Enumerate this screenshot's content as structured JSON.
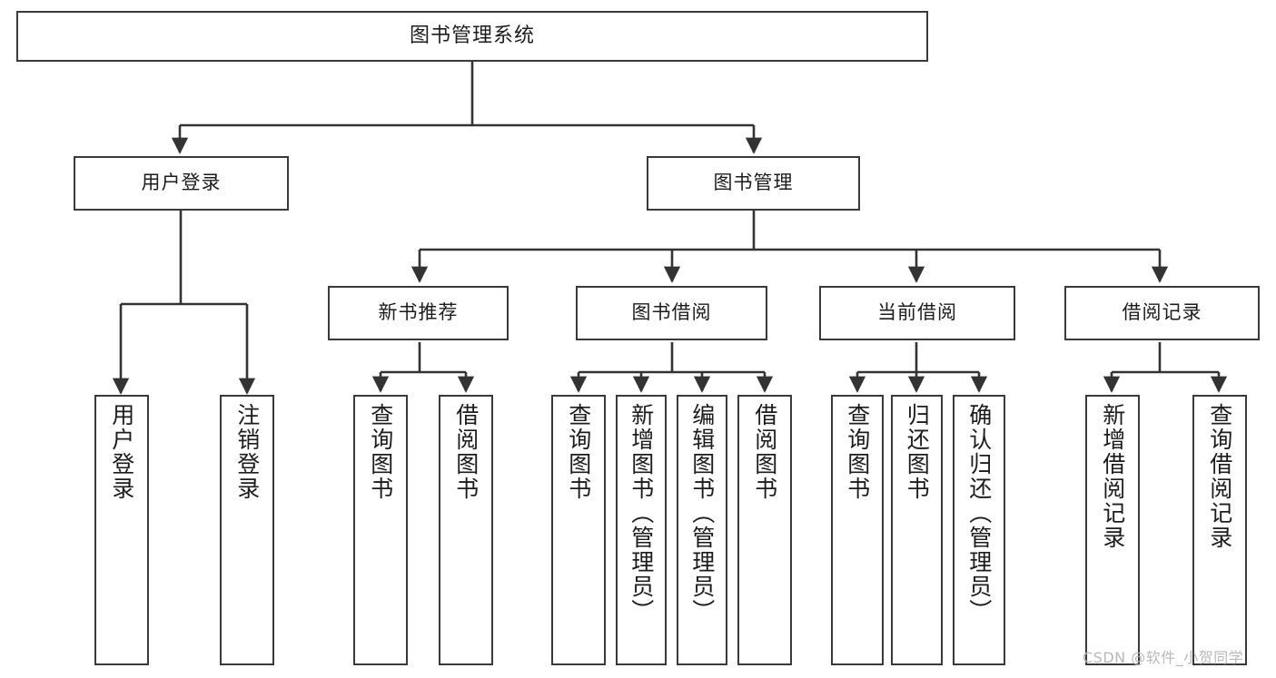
{
  "diagram": {
    "title": "图书管理系统",
    "type": "tree",
    "watermark": "CSDN @软件_小贺同学",
    "colors": {
      "border": "#3a3a3a",
      "background": "#ffffff",
      "text": "#1c1c1c",
      "connector": "#333333",
      "watermark": "#b9b9b9"
    },
    "nodes": {
      "root": {
        "label": "图书管理系统"
      },
      "level1": [
        {
          "label": "用户登录"
        },
        {
          "label": "图书管理"
        }
      ],
      "level2": [
        {
          "label": "新书推荐"
        },
        {
          "label": "图书借阅"
        },
        {
          "label": "当前借阅"
        },
        {
          "label": "借阅记录"
        }
      ],
      "leaves": {
        "user_login": [
          {
            "label": "用户登录"
          },
          {
            "label": "注销登录"
          }
        ],
        "new_book_recommend": [
          {
            "label": "查询图书"
          },
          {
            "label": "借阅图书"
          }
        ],
        "book_borrow": [
          {
            "label": "查询图书"
          },
          {
            "label": "新增图书（管理员）"
          },
          {
            "label": "编辑图书（管理员）"
          },
          {
            "label": "借阅图书"
          }
        ],
        "current_borrow": [
          {
            "label": "查询图书"
          },
          {
            "label": "归还图书"
          },
          {
            "label": "确认归还（管理员）"
          }
        ],
        "borrow_record": [
          {
            "label": "新增借阅记录"
          },
          {
            "label": "查询借阅记录"
          }
        ]
      }
    }
  }
}
